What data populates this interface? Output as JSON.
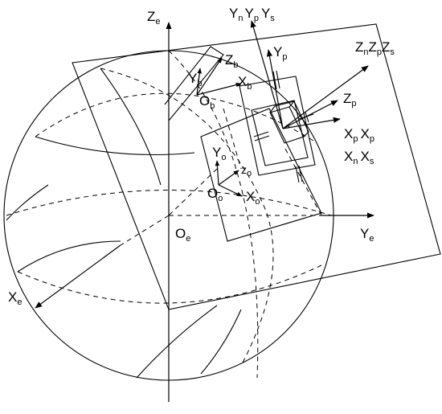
{
  "labels": {
    "earth_z": {
      "main": "Z",
      "sub": "e"
    },
    "earth_y": {
      "main": "Y",
      "sub": "e"
    },
    "earth_x": {
      "main": "X",
      "sub": "e"
    },
    "earth_origin": {
      "main": "O",
      "sub": "e"
    },
    "top_y_group": [
      {
        "main": "Y",
        "sub": "n"
      },
      {
        "main": "Y",
        "sub": "p"
      },
      {
        "main": "Y",
        "sub": "s"
      }
    ],
    "top_z_group": [
      {
        "main": "Z",
        "sub": "n"
      },
      {
        "main": "Z",
        "sub": "p"
      },
      {
        "main": "Z",
        "sub": "s"
      }
    ],
    "platform_y": {
      "main": "Y",
      "sub": "p"
    },
    "platform_z": {
      "main": "Z",
      "sub": "p"
    },
    "right_x_row1": [
      {
        "main": "X",
        "sub": "p"
      },
      {
        "main": "X",
        "sub": "p"
      }
    ],
    "right_x_row2": [
      {
        "main": "X",
        "sub": "n"
      },
      {
        "main": "X",
        "sub": "s"
      }
    ],
    "body_z": {
      "main": "Z",
      "sub": "b"
    },
    "body_y": {
      "main": "Y",
      "sub": "b"
    },
    "body_x": {
      "main": "X",
      "sub": "b"
    },
    "body_origin": {
      "main": "O",
      "sub": "b"
    },
    "orbit_y": {
      "main": "Y",
      "sub": "o"
    },
    "orbit_z": {
      "main": "z",
      "sub": "o"
    },
    "orbit_x": {
      "main": "X",
      "sub": "o"
    },
    "orbit_origin": {
      "main": "O",
      "sub": "o"
    }
  }
}
